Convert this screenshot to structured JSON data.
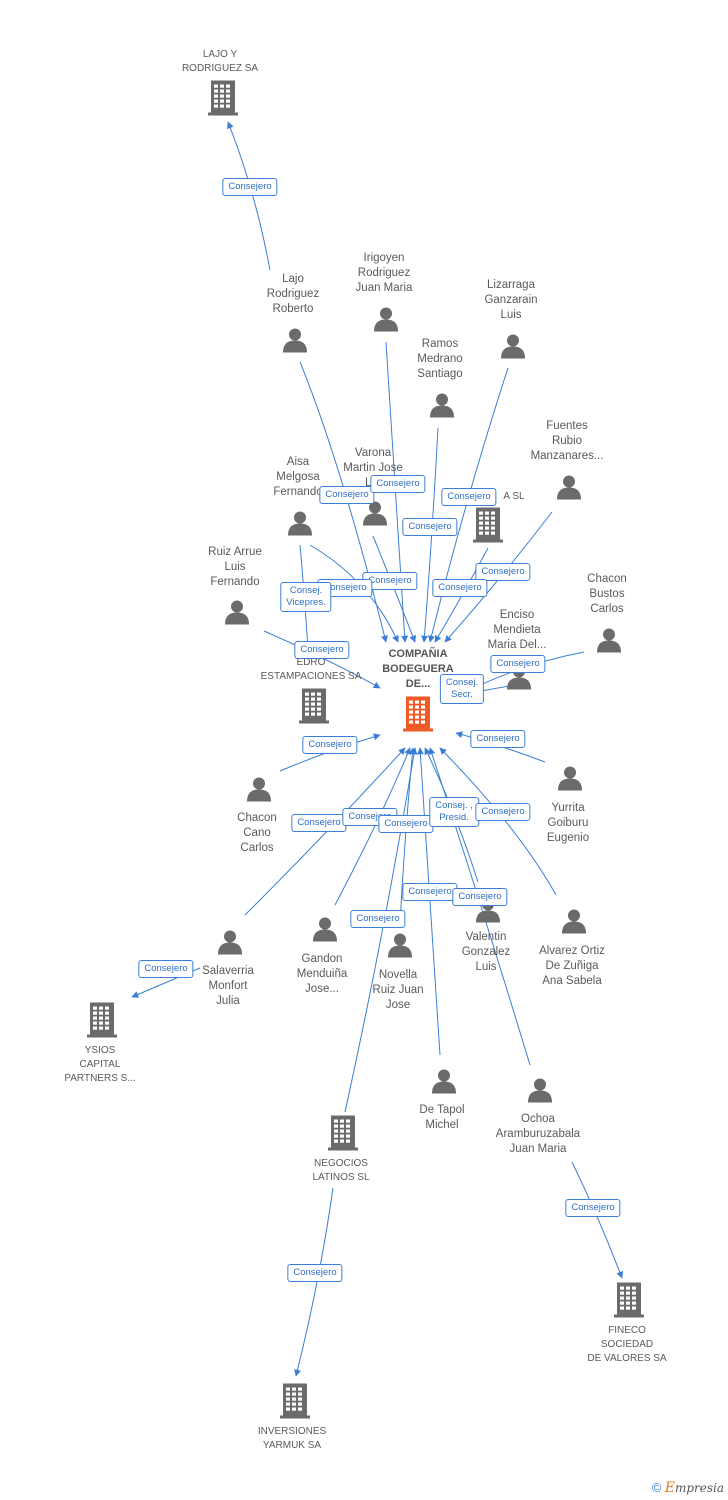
{
  "diagram": {
    "center": {
      "id": "center",
      "label": "COMPAÑIA\nBODEGUERA\nDE...",
      "type": "company-main"
    },
    "nodes": [
      {
        "id": "lajo_sa",
        "label": "LAJO Y\nRODRIGUEZ SA",
        "type": "company"
      },
      {
        "id": "lajo",
        "label": "Lajo\nRodriguez\nRoberto",
        "type": "person"
      },
      {
        "id": "irigoyen",
        "label": "Irigoyen\nRodriguez\nJuan Maria",
        "type": "person"
      },
      {
        "id": "lizarraga",
        "label": "Lizarraga\nGanzarain\nLuis",
        "type": "person"
      },
      {
        "id": "ramos",
        "label": "Ramos\nMedrano\nSantiago",
        "type": "person"
      },
      {
        "id": "fuentes",
        "label": "Fuentes\nRubio\nManzanares...",
        "type": "person"
      },
      {
        "id": "varona",
        "label": "Varona\nMartin Jose\nL...",
        "type": "person"
      },
      {
        "id": "aisa",
        "label": "Aisa\nMelgosa\nFernando",
        "type": "person"
      },
      {
        "id": "sl_company",
        "label": "A SL",
        "type": "company"
      },
      {
        "id": "ruiz",
        "label": "Ruiz Arrue\nLuis\nFernando",
        "type": "person"
      },
      {
        "id": "chacon_bustos",
        "label": "Chacon\nBustos\nCarlos",
        "type": "person"
      },
      {
        "id": "enciso",
        "label": "Enciso\nMendieta\nMaria Del...",
        "type": "person"
      },
      {
        "id": "edro",
        "label": "EDRO\nESTAMPACIONES SA",
        "type": "company"
      },
      {
        "id": "yurrita",
        "label": "Yurrita\nGoiburu\nEugenio",
        "type": "person"
      },
      {
        "id": "chacon_cano",
        "label": "Chacon\nCano\nCarlos",
        "type": "person"
      },
      {
        "id": "salaverria",
        "label": "Salaverria\nMonfort\nJulia",
        "type": "person"
      },
      {
        "id": "gandon",
        "label": "Gandon\nMenduiña\nJose...",
        "type": "person"
      },
      {
        "id": "novella",
        "label": "Novella\nRuiz Juan\nJose",
        "type": "person"
      },
      {
        "id": "valentin",
        "label": "Valentin\nGonzalez\nLuis",
        "type": "person"
      },
      {
        "id": "alvarez",
        "label": "Alvarez Ortiz\nDe Zuñiga\nAna Sabela",
        "type": "person"
      },
      {
        "id": "ysios",
        "label": "YSIOS\nCAPITAL\nPARTNERS S...",
        "type": "company"
      },
      {
        "id": "tapol",
        "label": "De Tapol\nMichel",
        "type": "person"
      },
      {
        "id": "ochoa",
        "label": "Ochoa\nAramburuzabala\nJuan Maria",
        "type": "person"
      },
      {
        "id": "negocios",
        "label": "NEGOCIOS\nLATINOS SL",
        "type": "company"
      },
      {
        "id": "fineco",
        "label": "FINECO\nSOCIEDAD\nDE VALORES SA",
        "type": "company"
      },
      {
        "id": "yarmuk",
        "label": "INVERSIONES\nYARMUK SA",
        "type": "company"
      }
    ],
    "edges": [
      {
        "from": "lajo",
        "to": "lajo_sa",
        "label": "Consejero"
      },
      {
        "from": "lajo",
        "to": "center",
        "label": "Consejero"
      },
      {
        "from": "irigoyen",
        "to": "center",
        "label": "Consejero"
      },
      {
        "from": "lizarraga",
        "to": "center",
        "label": "Consejero"
      },
      {
        "from": "ramos",
        "to": "center",
        "label": "Consejero"
      },
      {
        "from": "fuentes",
        "to": "center",
        "label": "Consejero"
      },
      {
        "from": "varona",
        "to": "center",
        "label": "Consejero"
      },
      {
        "from": "aisa",
        "to": "center",
        "label": "Consejero"
      },
      {
        "from": "aisa",
        "to": "center",
        "label": "Consej.\nVicepres."
      },
      {
        "from": "sl_company",
        "to": "center",
        "label": "Consejero"
      },
      {
        "from": "ruiz",
        "to": "center",
        "label": "Consejero"
      },
      {
        "from": "chacon_bustos",
        "to": "center",
        "label": "Consejero"
      },
      {
        "from": "enciso",
        "to": "center",
        "label": "Consej.\nSecr."
      },
      {
        "from": "chacon_cano",
        "to": "center",
        "label": "Consejero"
      },
      {
        "from": "yurrita",
        "to": "center",
        "label": "Consejero"
      },
      {
        "from": "salaverria",
        "to": "center",
        "label": "Consejero"
      },
      {
        "from": "gandon",
        "to": "center",
        "label": "Consejero"
      },
      {
        "from": "novella",
        "to": "center",
        "label": "Consejero"
      },
      {
        "from": "valentin",
        "to": "center",
        "label": "Consej. ,\nPresid."
      },
      {
        "from": "alvarez",
        "to": "center",
        "label": "Consejero"
      },
      {
        "from": "tapol",
        "to": "center",
        "label": "Consejero"
      },
      {
        "from": "ochoa",
        "to": "center",
        "label": "Consejero"
      },
      {
        "from": "negocios",
        "to": "center",
        "label": "Consejero"
      },
      {
        "from": "salaverria",
        "to": "ysios",
        "label": "Consejero"
      },
      {
        "from": "ochoa",
        "to": "fineco",
        "label": "Consejero"
      },
      {
        "from": "negocios",
        "to": "yarmuk",
        "label": "Consejero"
      }
    ]
  },
  "brand": {
    "copyright": "©",
    "name_initial": "E",
    "name_rest": "mpresia"
  },
  "colors": {
    "edge": "#3a7fd5",
    "node_icon": "#6b6b6b",
    "center_icon": "#f05a28"
  }
}
